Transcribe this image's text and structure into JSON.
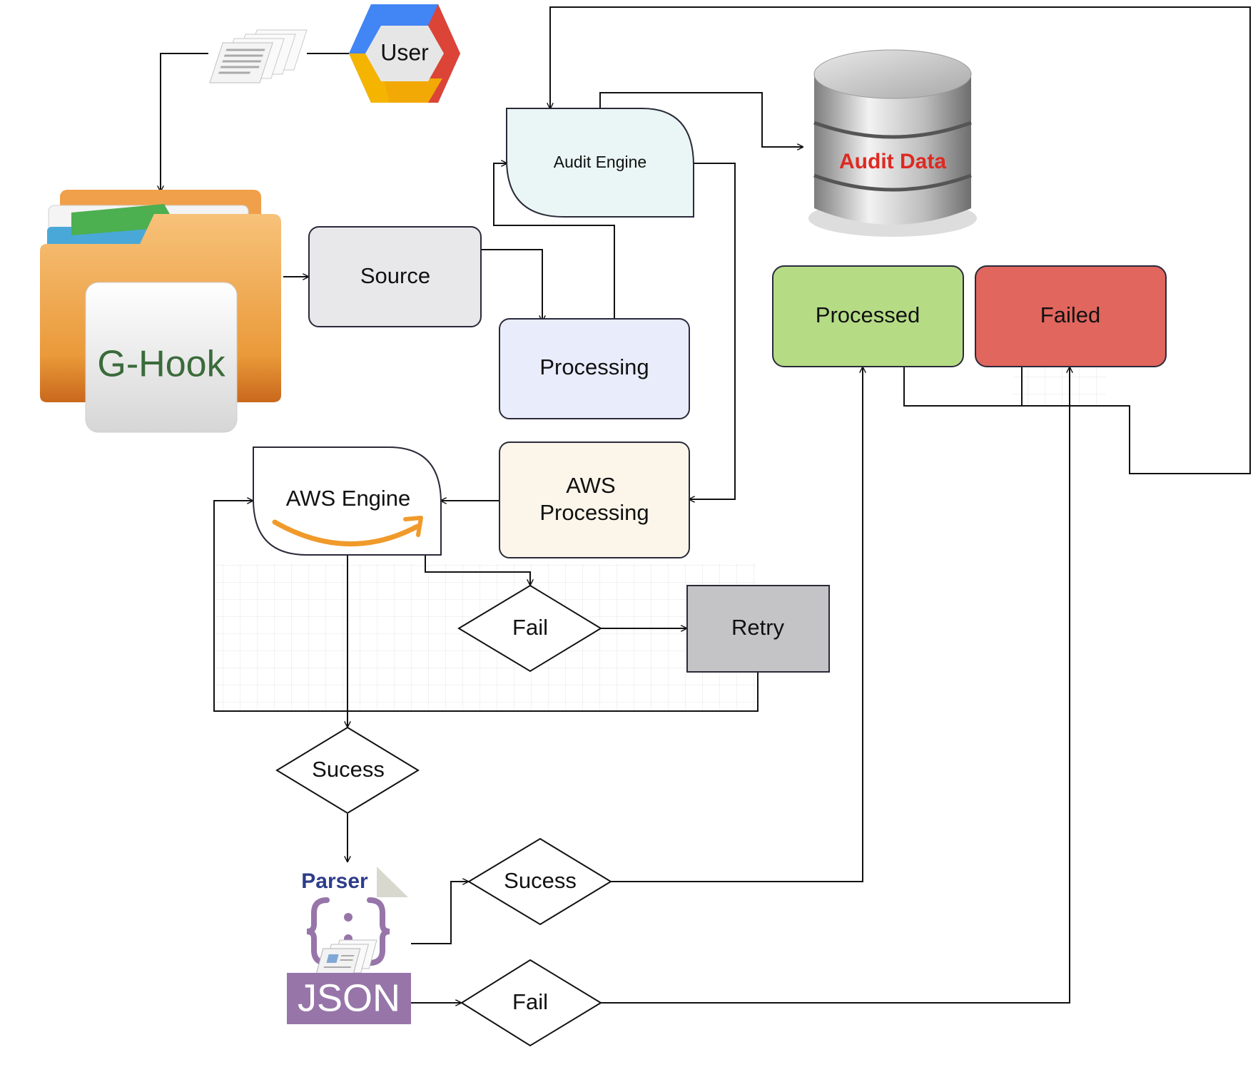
{
  "nodes": {
    "user": "User",
    "ghook": "G-Hook",
    "source": "Source",
    "processing": "Processing",
    "audit_engine": "Audit Engine",
    "audit_data": "Audit Data",
    "processed": "Processed",
    "failed": "Failed",
    "aws_processing_line1": "AWS",
    "aws_processing_line2": "Processing",
    "aws_engine": "AWS Engine",
    "fail_1": "Fail",
    "retry": "Retry",
    "success_1": "Sucess",
    "parser": "Parser",
    "json": "JSON",
    "success_2": "Sucess",
    "fail_2": "Fail"
  },
  "colors": {
    "source_fill": "#e8e8ea",
    "processing_fill": "#e9ecfb",
    "audit_engine_fill": "#eaf6f5",
    "aws_processing_fill": "#fcf6ea",
    "processed_fill": "#b5dc85",
    "failed_fill": "#e0665e",
    "retry_fill": "#c4c4c6",
    "audit_data_text": "#dd2a22",
    "json_fill": "#9775a9",
    "parser_text": "#2e3c8a",
    "aws_smile": "#f09a2a",
    "ghook_text": "#3a6b3a"
  },
  "icons": [
    "user-hexagon-icon",
    "documents-icon",
    "folder-icon",
    "database-icon",
    "amazon-smile-icon",
    "json-braces-icon"
  ]
}
